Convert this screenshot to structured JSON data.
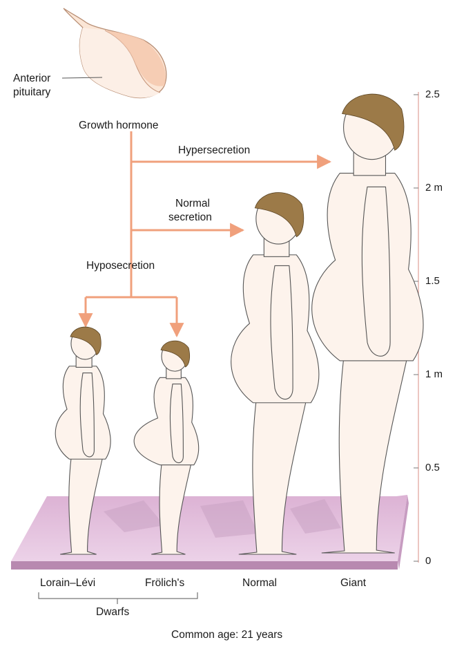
{
  "gland": {
    "label_line1": "Anterior",
    "label_line2": "pituitary"
  },
  "hormone": {
    "label": "Growth hormone"
  },
  "branches": {
    "hyper": "Hypersecretion",
    "normal_line1": "Normal",
    "normal_line2": "secretion",
    "hypo": "Hyposecretion"
  },
  "figures": [
    {
      "id": "lorain-levi",
      "label": "Lorain–Lévi"
    },
    {
      "id": "frolich",
      "label": "Frölich's"
    },
    {
      "id": "normal",
      "label": "Normal"
    },
    {
      "id": "giant",
      "label": "Giant"
    }
  ],
  "group_label": "Dwarfs",
  "caption": "Common age: 21 years",
  "scale": {
    "unit": "m",
    "ticks": [
      {
        "value": 2.5,
        "label": "2.5"
      },
      {
        "value": 2.0,
        "label": "2 m"
      },
      {
        "value": 1.5,
        "label": "1.5"
      },
      {
        "value": 1.0,
        "label": "1 m"
      },
      {
        "value": 0.5,
        "label": "0.5"
      },
      {
        "value": 0.0,
        "label": "0"
      }
    ]
  },
  "colors": {
    "arrow": "#f0a07c",
    "skin": "#fdf3ec",
    "hair": "#9c7a48",
    "platform": "#e6c2df",
    "platform_edge": "#b889b0",
    "gland": "#fbe0cf",
    "scale_line": "#e0a098"
  }
}
